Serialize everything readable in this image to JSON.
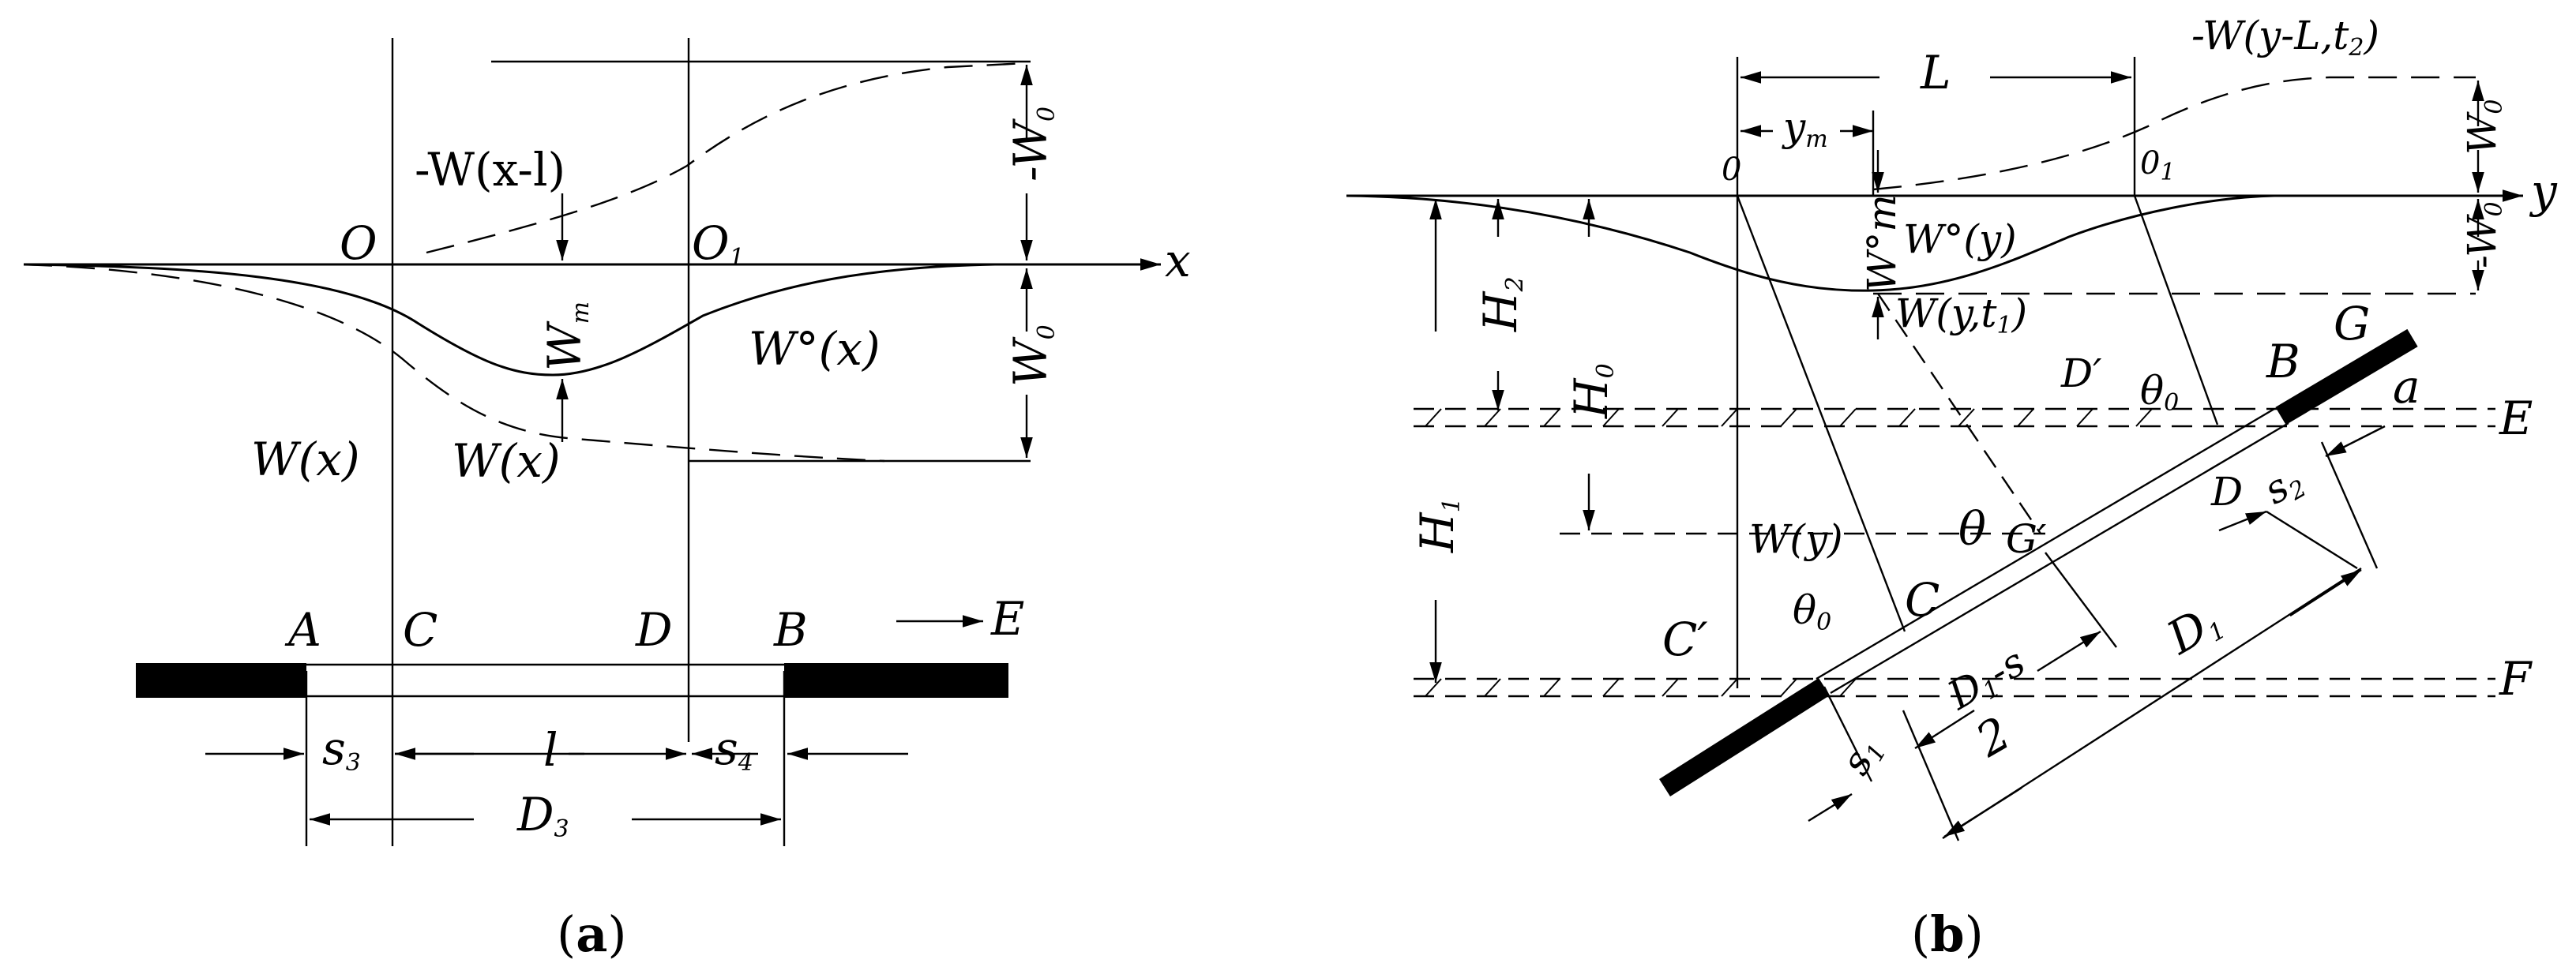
{
  "panel_a": {
    "caption_open": "(",
    "caption_letter": "a",
    "caption_close": ")",
    "label_O": "O",
    "label_O1": "O",
    "label_O1_sub": "1",
    "label_x": "x",
    "label_neg_W_x_l": "-W(x-l)",
    "label_Wm": "W",
    "label_Wm_sub": "m",
    "label_W0_curve": "W°(x)",
    "label_neg_W0_vertical": "-W",
    "label_neg_W0_vertical_sub": "0",
    "label_W0_vertical": "W",
    "label_W0_vertical_sub": "0",
    "label_Wx_left": "W(x)",
    "label_Wx_mid": "W(x)",
    "label_A": "A",
    "label_C": "C",
    "label_D": "D",
    "label_B": "B",
    "label_E": "E",
    "label_s3": "s",
    "label_s3_sub": "3",
    "label_l": "l",
    "label_s4": "s",
    "label_s4_sub": "4",
    "label_D3": "D",
    "label_D3_sub": "3"
  },
  "panel_b": {
    "caption_open": "(",
    "caption_letter": "b",
    "caption_close": ")",
    "label_neg_W_y_L": "-W(y-L,t",
    "label_neg_W_y_L_sub": "2",
    "label_neg_W_y_L_close": ")",
    "label_L": "L",
    "label_ym": "y",
    "label_ym_sub": "m",
    "label_0": "0",
    "label_01": "0",
    "label_01_sub": "1",
    "label_W0_top": "W",
    "label_W0_top_sub": "0",
    "label_neg_W0_top": "-W",
    "label_neg_W0_top_sub": "0",
    "label_y": "y",
    "label_Wm": "W°m",
    "label_W0_y": "W°(y)",
    "label_W_y_t1": "W(y,t",
    "label_W_y_t1_sub": "1",
    "label_W_y_t1_close": ")",
    "label_H2": "H",
    "label_H2_sub": "2",
    "label_H0": "H",
    "label_H0_sub": "0",
    "label_H1": "H",
    "label_H1_sub": "1",
    "label_G": "G",
    "label_B": "B",
    "label_D_prime": "D′",
    "label_theta0_upper": "θ",
    "label_theta0_upper_sub": "0",
    "label_a": "a",
    "label_E": "E",
    "label_D": "D",
    "label_s2": "s",
    "label_s2_sub": "2",
    "label_theta": "θ",
    "label_G_prime": "G′",
    "label_W_y": "W(y)",
    "label_theta0_lower": "θ",
    "label_theta0_lower_sub": "0",
    "label_C": "C",
    "label_C_prime": "C′",
    "label_D1": "D",
    "label_D1_sub": "1",
    "label_F": "F",
    "label_D1_s": "D",
    "label_D1_s_sub": "1",
    "label_D1_s_rest": "-s",
    "label_2": "2",
    "label_s1": "s",
    "label_s1_sub": "1"
  }
}
